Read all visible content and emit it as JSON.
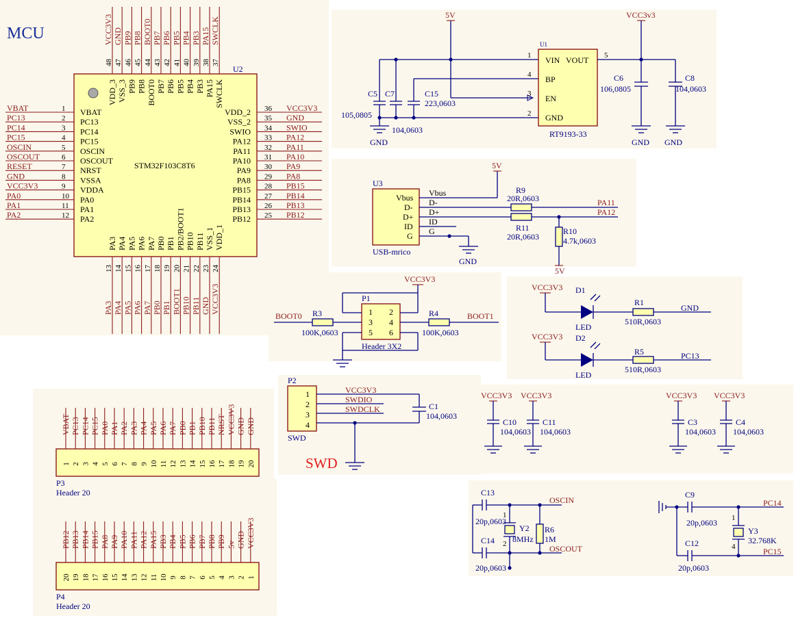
{
  "titles": {
    "mcu": "MCU",
    "swd": "SWD"
  },
  "colors": {
    "wire": "#000080",
    "net_label": "#8b1a1a",
    "chip_fill": "#ffffb0",
    "panel": "#fbf7ec",
    "title": "#1a2f9a",
    "swd_title": "#e02020"
  },
  "mcu": {
    "designator": "U2",
    "part": "STM32F103C8T6",
    "left": [
      {
        "num": "1",
        "pin": "VBAT",
        "net": "VBAT"
      },
      {
        "num": "2",
        "pin": "PC13",
        "net": "PC13"
      },
      {
        "num": "3",
        "pin": "PC14",
        "net": "PC14"
      },
      {
        "num": "4",
        "pin": "PC15",
        "net": "PC15"
      },
      {
        "num": "5",
        "pin": "OSCIN",
        "net": "OSCIN"
      },
      {
        "num": "6",
        "pin": "OSCOUT",
        "net": "OSCOUT"
      },
      {
        "num": "7",
        "pin": "NRST",
        "net": "RESET"
      },
      {
        "num": "8",
        "pin": "VSSA",
        "net": "GND"
      },
      {
        "num": "9",
        "pin": "VDDA",
        "net": "VCC3V3"
      },
      {
        "num": "10",
        "pin": "PA0",
        "net": "PA0"
      },
      {
        "num": "11",
        "pin": "PA1",
        "net": "PA1"
      },
      {
        "num": "12",
        "pin": "PA2",
        "net": "PA2"
      }
    ],
    "right": [
      {
        "num": "36",
        "pin": "VDD_2",
        "net": "VCC3V3"
      },
      {
        "num": "35",
        "pin": "VSS_2",
        "net": "GND"
      },
      {
        "num": "34",
        "pin": "SWIO",
        "net": "SWIO"
      },
      {
        "num": "33",
        "pin": "PA12",
        "net": "PA12"
      },
      {
        "num": "32",
        "pin": "PA11",
        "net": "PA11"
      },
      {
        "num": "31",
        "pin": "PA10",
        "net": "PA10"
      },
      {
        "num": "30",
        "pin": "PA9",
        "net": "PA9"
      },
      {
        "num": "29",
        "pin": "PA8",
        "net": "PA8"
      },
      {
        "num": "28",
        "pin": "PB15",
        "net": "PB15"
      },
      {
        "num": "27",
        "pin": "PB14",
        "net": "PB14"
      },
      {
        "num": "26",
        "pin": "PB13",
        "net": "PB13"
      },
      {
        "num": "25",
        "pin": "PB12",
        "net": "PB12"
      }
    ],
    "top": [
      {
        "num": "48",
        "pin": "VDD_3",
        "net": "VCC3V3"
      },
      {
        "num": "47",
        "pin": "VSS_3",
        "net": "GND"
      },
      {
        "num": "46",
        "pin": "PB9",
        "net": "PB9"
      },
      {
        "num": "45",
        "pin": "PB8",
        "net": "PB8"
      },
      {
        "num": "44",
        "pin": "BOOT0",
        "net": "BOOT0"
      },
      {
        "num": "43",
        "pin": "PB7",
        "net": "PB7"
      },
      {
        "num": "42",
        "pin": "PB6",
        "net": "PB6"
      },
      {
        "num": "41",
        "pin": "PB5",
        "net": "PB5"
      },
      {
        "num": "40",
        "pin": "PB4",
        "net": "PB4"
      },
      {
        "num": "39",
        "pin": "PB3",
        "net": "PB3"
      },
      {
        "num": "38",
        "pin": "PA15",
        "net": "PA15"
      },
      {
        "num": "37",
        "pin": "SWCLK",
        "net": "SWCLK"
      }
    ],
    "bottom": [
      {
        "num": "13",
        "pin": "PA3",
        "net": "PA3"
      },
      {
        "num": "14",
        "pin": "PA4",
        "net": "PA4"
      },
      {
        "num": "15",
        "pin": "PA5",
        "net": "PA5"
      },
      {
        "num": "16",
        "pin": "PA6",
        "net": "PA6"
      },
      {
        "num": "17",
        "pin": "PA7",
        "net": "PA7"
      },
      {
        "num": "18",
        "pin": "PB0",
        "net": "PB0"
      },
      {
        "num": "19",
        "pin": "PB1",
        "net": "PB1"
      },
      {
        "num": "20",
        "pin": "PB2/BOOT1",
        "net": "BOOT1"
      },
      {
        "num": "21",
        "pin": "PB10",
        "net": "PB10"
      },
      {
        "num": "22",
        "pin": "PB11",
        "net": "PB11"
      },
      {
        "num": "23",
        "pin": "VSS_1",
        "net": "GND"
      },
      {
        "num": "24",
        "pin": "VDD_1",
        "net": "VCC3V3"
      }
    ]
  },
  "power": {
    "vin_net": "5V",
    "vout_net": "VCC3v3",
    "ic_designator": "U1",
    "ic_part": "RT9193-33",
    "pins": [
      {
        "num": "1",
        "name": "VIN"
      },
      {
        "num": "4",
        "name": "BP"
      },
      {
        "num": "3",
        "name": "EN"
      },
      {
        "num": "2",
        "name": "GND"
      },
      {
        "num": "5",
        "name": "VOUT"
      }
    ],
    "c5": {
      "ref": "C5",
      "val": "105,0805"
    },
    "c7": {
      "ref": "C7",
      "val": "104,0603"
    },
    "c15": {
      "ref": "C15",
      "val": "223,0603"
    },
    "c6": {
      "ref": "C6",
      "val": "106,0805"
    },
    "c8": {
      "ref": "C8",
      "val": "104,0603"
    },
    "gnd": "GND"
  },
  "usb": {
    "designator": "U3",
    "part": "USB-mrico",
    "pins": [
      "Vbus",
      "D-",
      "D+",
      "ID",
      "G"
    ],
    "vbus_net": "5V",
    "r9": {
      "ref": "R9",
      "val": "20R,0603"
    },
    "r11": {
      "ref": "R11",
      "val": "20R,0603"
    },
    "r10": {
      "ref": "R10",
      "val": "4.7k,0603"
    },
    "out_dm": "PA11",
    "out_dp": "PA12",
    "r10_net": "5V",
    "gnd": "GND"
  },
  "boot": {
    "designator": "P1",
    "part": "Header 3X2",
    "pins": [
      "1",
      "2",
      "3",
      "4",
      "5",
      "6"
    ],
    "vcc": "VCC3V3",
    "r3": {
      "ref": "R3",
      "val": "100K,0603"
    },
    "r4": {
      "ref": "R4",
      "val": "100K,0603"
    },
    "boot0_net": "BOOT0",
    "boot1_net": "BOOT1"
  },
  "leds": [
    {
      "vcc": "VCC3V3",
      "ref": "D1",
      "type": "LED",
      "rref": "R1",
      "rval": "510R,0603",
      "net": "GND"
    },
    {
      "vcc": "VCC3V3",
      "ref": "D2",
      "type": "LED",
      "rref": "R5",
      "rval": "510R,0603",
      "net": "PC13"
    }
  ],
  "swd": {
    "designator": "P2",
    "part": "SWD",
    "pins": [
      "1",
      "2",
      "3",
      "4"
    ],
    "nets": [
      "VCC3V3",
      "SWDIO",
      "SWDCLK"
    ],
    "c1": {
      "ref": "C1",
      "val": "104,0603"
    }
  },
  "decoupling": [
    {
      "net": "VCC3V3",
      "ref": "C10",
      "val": "104,0603"
    },
    {
      "net": "VCC3V3",
      "ref": "C11",
      "val": "104,0603"
    },
    {
      "net": "VCC3V3",
      "ref": "C3",
      "val": "104,0603"
    },
    {
      "net": "VCC3V3",
      "ref": "C4",
      "val": "104,0603"
    }
  ],
  "crystal_hs": {
    "c13": {
      "ref": "C13",
      "val": "20p,0603"
    },
    "c14": {
      "ref": "C14",
      "val": "20p,0603"
    },
    "y": {
      "ref": "Y2",
      "val": "8MHz"
    },
    "r": {
      "ref": "R6",
      "val": "1M"
    },
    "pin_top": "1",
    "pin_bot": "2",
    "net_in": "OSCIN",
    "net_out": "OSCOUT"
  },
  "crystal_ls": {
    "c9": {
      "ref": "C9",
      "val": "20p,0603"
    },
    "c12": {
      "ref": "C12",
      "val": "20p,0603"
    },
    "y": {
      "ref": "Y3",
      "val": "32.768K"
    },
    "pin_top": "1",
    "pin_bot": "4",
    "net_in": "PC14",
    "net_out": "PC15"
  },
  "p3": {
    "designator": "P3",
    "part": "Header 20",
    "nets": [
      "VBAT",
      "PC13",
      "PC14",
      "PC15",
      "PA0",
      "PA1",
      "PA2",
      "PA3",
      "PA4",
      "PA5",
      "PA6",
      "PA7",
      "PB0",
      "PB1",
      "PB10",
      "PB11",
      "NRST",
      "VCC3V3",
      "GND",
      "GND"
    ],
    "nums": [
      "1",
      "2",
      "3",
      "4",
      "5",
      "6",
      "7",
      "8",
      "9",
      "10",
      "11",
      "12",
      "13",
      "14",
      "15",
      "16",
      "17",
      "18",
      "19",
      "20"
    ]
  },
  "p4": {
    "designator": "P4",
    "part": "Header 20",
    "nets": [
      "PB12",
      "PB13",
      "PB14",
      "PB15",
      "PA8",
      "PA9",
      "PA10",
      "PA11",
      "PA12",
      "PA15",
      "PB3",
      "PB4",
      "PB5",
      "PB6",
      "PB7",
      "PB8",
      "PB9",
      "5v",
      "GND",
      "VCC3V3"
    ],
    "nums": [
      "20",
      "19",
      "18",
      "17",
      "16",
      "15",
      "14",
      "13",
      "12",
      "11",
      "10",
      "9",
      "8",
      "7",
      "6",
      "5",
      "4",
      "3",
      "2",
      "1"
    ]
  }
}
